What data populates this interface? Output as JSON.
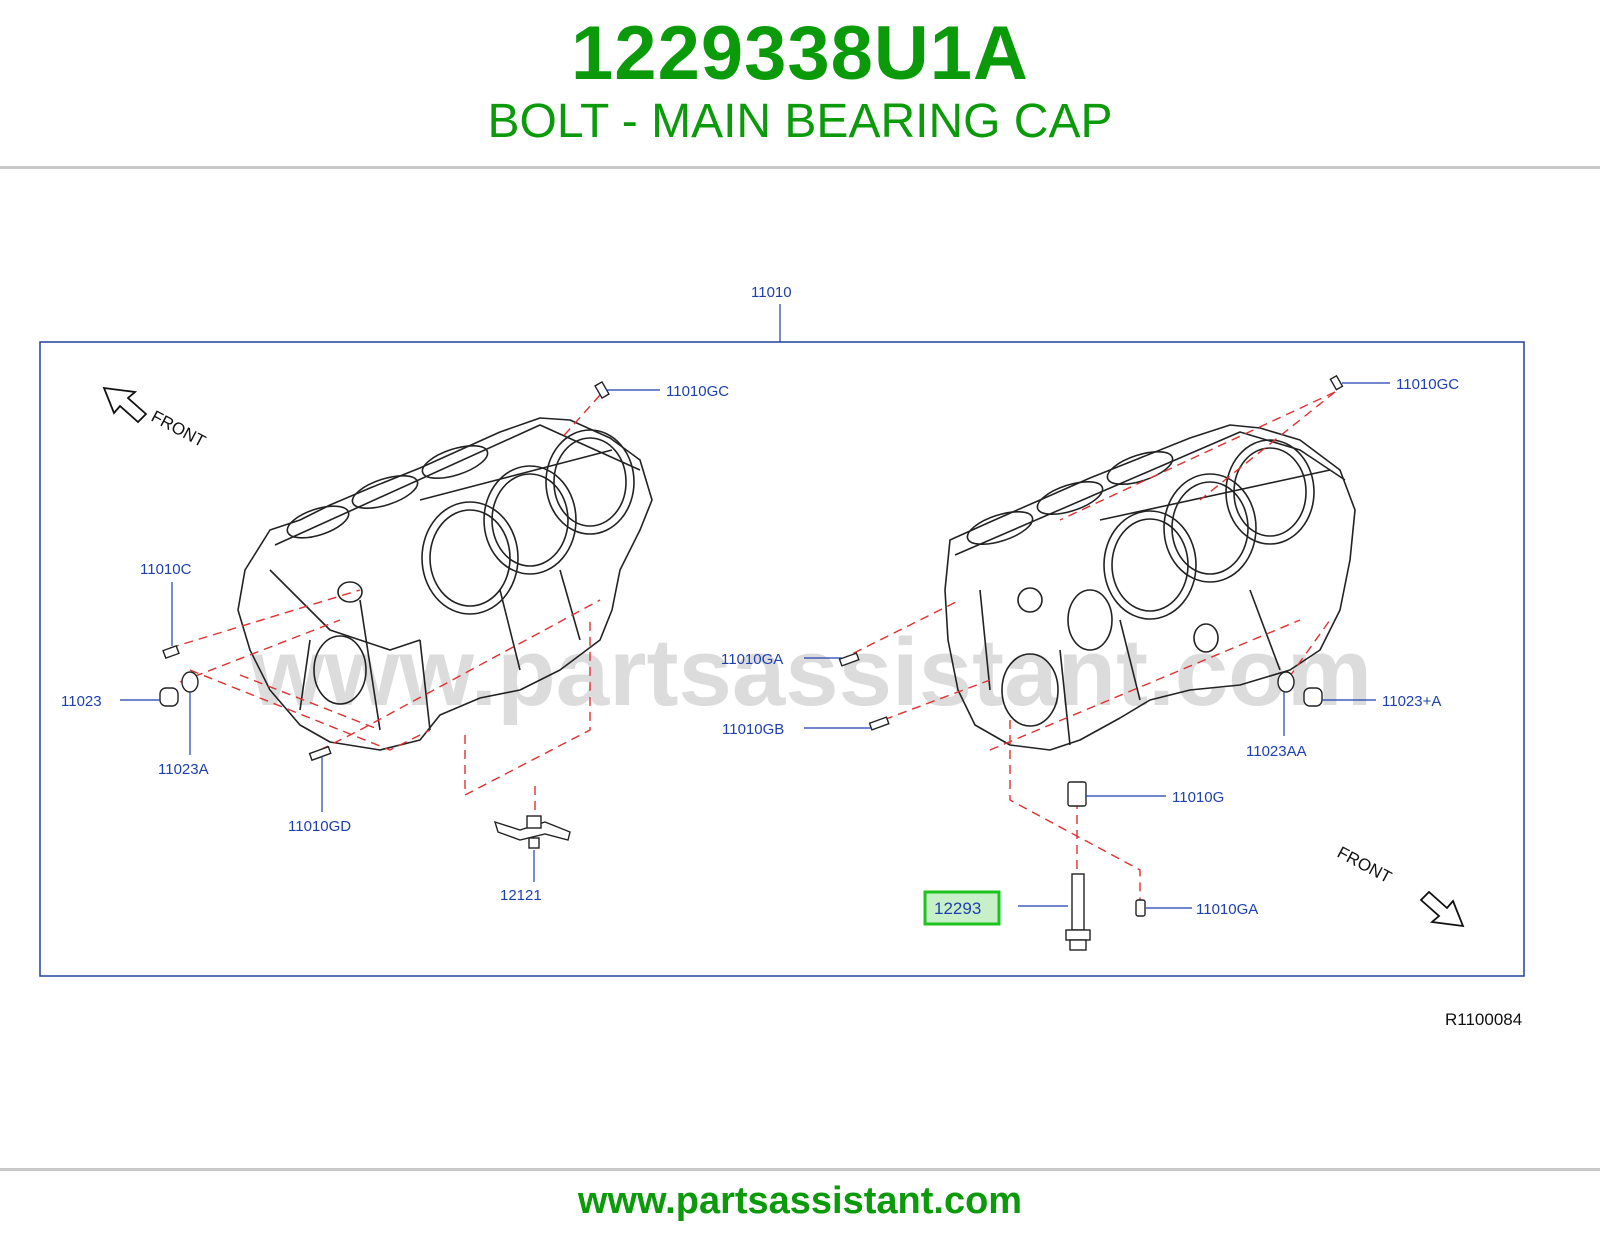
{
  "header": {
    "part_number": "1229338U1A",
    "part_name": "BOLT - MAIN BEARING CAP"
  },
  "diagram": {
    "main_callout": "11010",
    "reference_code": "R1100084",
    "watermark": "www.partsassistant.com",
    "front_label": "FRONT",
    "highlighted_part": "12293",
    "callouts": {
      "gc_left": "11010GC",
      "gc_right": "11010GC",
      "c": "11010C",
      "p11023": "11023",
      "p11023a": "11023A",
      "gd": "11010GD",
      "p12121": "12121",
      "ga_mid": "11010GA",
      "gb": "11010GB",
      "p11023aa": "11023AA",
      "p11023plus": "11023+A",
      "g": "11010G",
      "ga_bottom": "11010GA",
      "p12293": "12293"
    }
  },
  "colors": {
    "brand_green": "#0a9a0a",
    "callout_blue": "#1e3fb0",
    "highlight_green": "#1ec41e",
    "leader_red": "#e03030"
  },
  "footer": {
    "url": "www.partsassistant.com"
  }
}
